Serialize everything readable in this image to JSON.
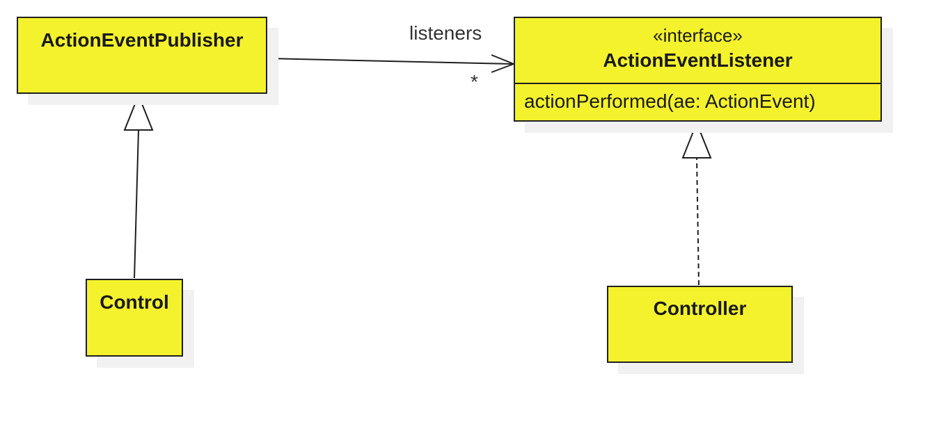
{
  "diagram": {
    "classes": {
      "action_event_publisher": {
        "name": "ActionEventPublisher"
      },
      "action_event_listener": {
        "stereotype": "«interface»",
        "name": "ActionEventListener",
        "operations": [
          "actionPerformed(ae: ActionEvent)"
        ]
      },
      "control": {
        "name": "Control"
      },
      "controller": {
        "name": "Controller"
      }
    },
    "relationships": {
      "association": {
        "from": "ActionEventPublisher",
        "to": "ActionEventListener",
        "role": "listeners",
        "multiplicity": "*"
      },
      "generalization": {
        "from": "Control",
        "to": "ActionEventPublisher"
      },
      "realization": {
        "from": "Controller",
        "to": "ActionEventListener"
      }
    },
    "colors": {
      "class_fill": "#f4f22d",
      "line": "#1f1f1f",
      "shadow": "#f1f1f1"
    }
  }
}
